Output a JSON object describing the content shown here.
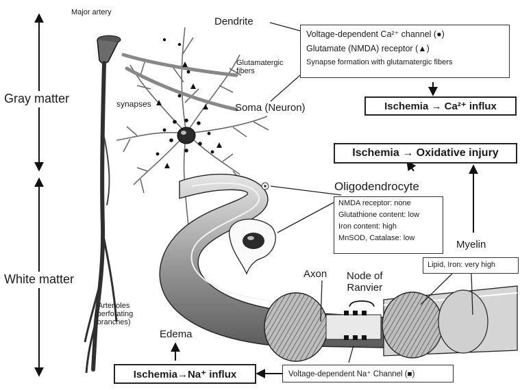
{
  "labels": {
    "major_artery": "Major artery",
    "gray_matter": "Gray matter",
    "white_matter": "White matter",
    "arterioles": [
      "Arterioles",
      "(perforating",
      "branches)"
    ],
    "dendrite": "Dendrite",
    "glutamatergic_fibers": [
      "Glutamatergic",
      "fibers"
    ],
    "synapses": "synapses",
    "soma": "Soma (Neuron)",
    "oligodendrocyte": "Oligodendrocyte",
    "myelin": "Myelin",
    "axon": "Axon",
    "node_of_ranvier": [
      "Node of",
      "Ranvier"
    ],
    "edema": "Edema"
  },
  "neuron_box": {
    "lines": [
      "Voltage-dependent Ca²⁺ channel (●)",
      "Glutamate (NMDA) receptor (▲)",
      "Synapse formation with glutamatergic fibers"
    ]
  },
  "oligo_box": {
    "lines": [
      "NMDA receptor: none",
      "Glutathione content: low",
      "Iron content: high",
      "MnSOD, Catalase: low"
    ]
  },
  "myelin_box": {
    "text": "Lipid, Iron: very high"
  },
  "na_channel_box": {
    "text": "Voltage-dependent Na⁺ Channel (■)"
  },
  "outcomes": {
    "ca_influx": "Ischemia → Ca²⁺ influx",
    "oxidative": "Ischemia → Oxidative injury",
    "na_influx": "Ischemia→Na⁺ influx"
  },
  "colors": {
    "ink": "#1a1a1a",
    "tissue": "#c8c8c8",
    "dark": "#3a3a3a"
  }
}
